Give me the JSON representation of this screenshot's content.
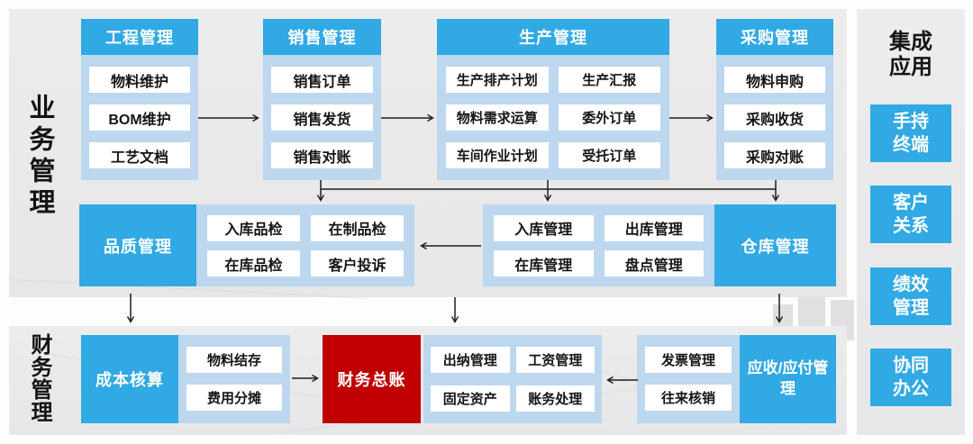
{
  "colors": {
    "accent_blue": "#30A9E4",
    "light_blue": "#BDD7EE",
    "dark_red": "#C00000",
    "panel_gray": "#EAEAEA"
  },
  "business": {
    "label": "业务管理",
    "columns": [
      {
        "header": "工程管理",
        "items": [
          "物料维护",
          "BOM维护",
          "工艺文档"
        ]
      },
      {
        "header": "销售管理",
        "items": [
          "销售订单",
          "销售发货",
          "销售对账"
        ]
      },
      {
        "header": "生产管理",
        "items": [
          "生产排产计划",
          "生产汇报",
          "物料需求运算",
          "委外订单",
          "车间作业计划",
          "受托订单"
        ]
      },
      {
        "header": "采购管理",
        "items": [
          "物料申购",
          "采购收货",
          "采购对账"
        ]
      }
    ],
    "quality": {
      "label": "品质管理",
      "items": [
        "入库品检",
        "在制品检",
        "在库品检",
        "客户投诉"
      ]
    },
    "warehouse": {
      "label": "仓库管理",
      "items": [
        "入库管理",
        "出库管理",
        "在库管理",
        "盘点管理"
      ]
    }
  },
  "finance": {
    "label": "财务管理",
    "cost": {
      "label": "成本核算",
      "items": [
        "物料结存",
        "费用分摊"
      ]
    },
    "ledger": {
      "label": "财务总账",
      "items": [
        "出纳管理",
        "工资管理",
        "固定资产",
        "账务处理"
      ]
    },
    "receivable": {
      "label": "应收/应付管理",
      "items": [
        "发票管理",
        "往来核销"
      ]
    }
  },
  "sidebar": {
    "title": "集成应用",
    "items": [
      "手持终端",
      "客户关系",
      "绩效管理",
      "协同办公"
    ]
  }
}
